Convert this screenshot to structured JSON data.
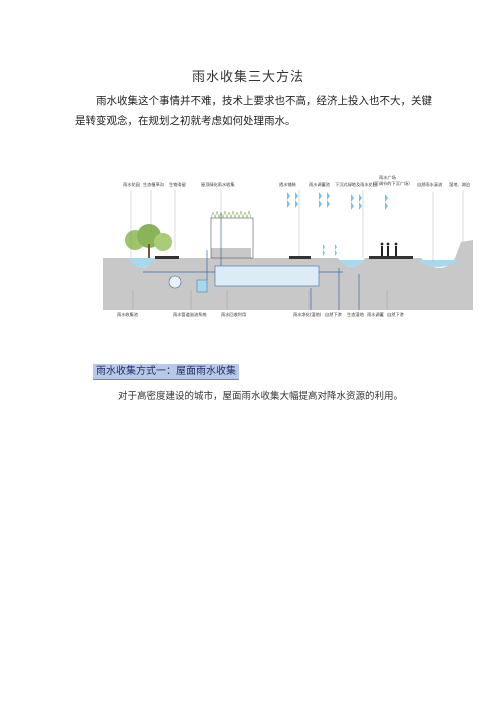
{
  "doc": {
    "title": "雨水收集三大方法",
    "paragraph1": "雨水收集这个事情并不难，技术上要求也不高，经济上投入也不大，关键是转变观念，在规划之初就考虑如何处理雨水。",
    "section_heading": "雨水收集方式一：屋面雨水收集",
    "section_text": "对于高密度建设的城市，屋面雨水收集大幅提高对降水资源的利用。"
  },
  "figure": {
    "labels_top": [
      "雨水花园",
      "生态植草沟",
      "生物滞留",
      "屋顶绿化雨水收集",
      "透水铺装",
      "雨水调蓄池",
      "下沉式绿地及雨水花园",
      "雨水广场",
      "(可调节的下沉广场)",
      "自然雨水溪流",
      "湿地、湖泊"
    ],
    "labels_bottom": [
      "雨水收集池",
      "雨水管道溢流系统",
      "雨水回收利用",
      "雨水净化(湿地)",
      "自然下渗",
      "生态湿地",
      "雨水调蓄",
      "自然下渗"
    ],
    "colors": {
      "ground": "#c8c8c8",
      "water": "#a8d8ec",
      "arrow": "#6ec6e4",
      "pipe": "#3b6aa8",
      "tree": "#9ec36b"
    }
  }
}
